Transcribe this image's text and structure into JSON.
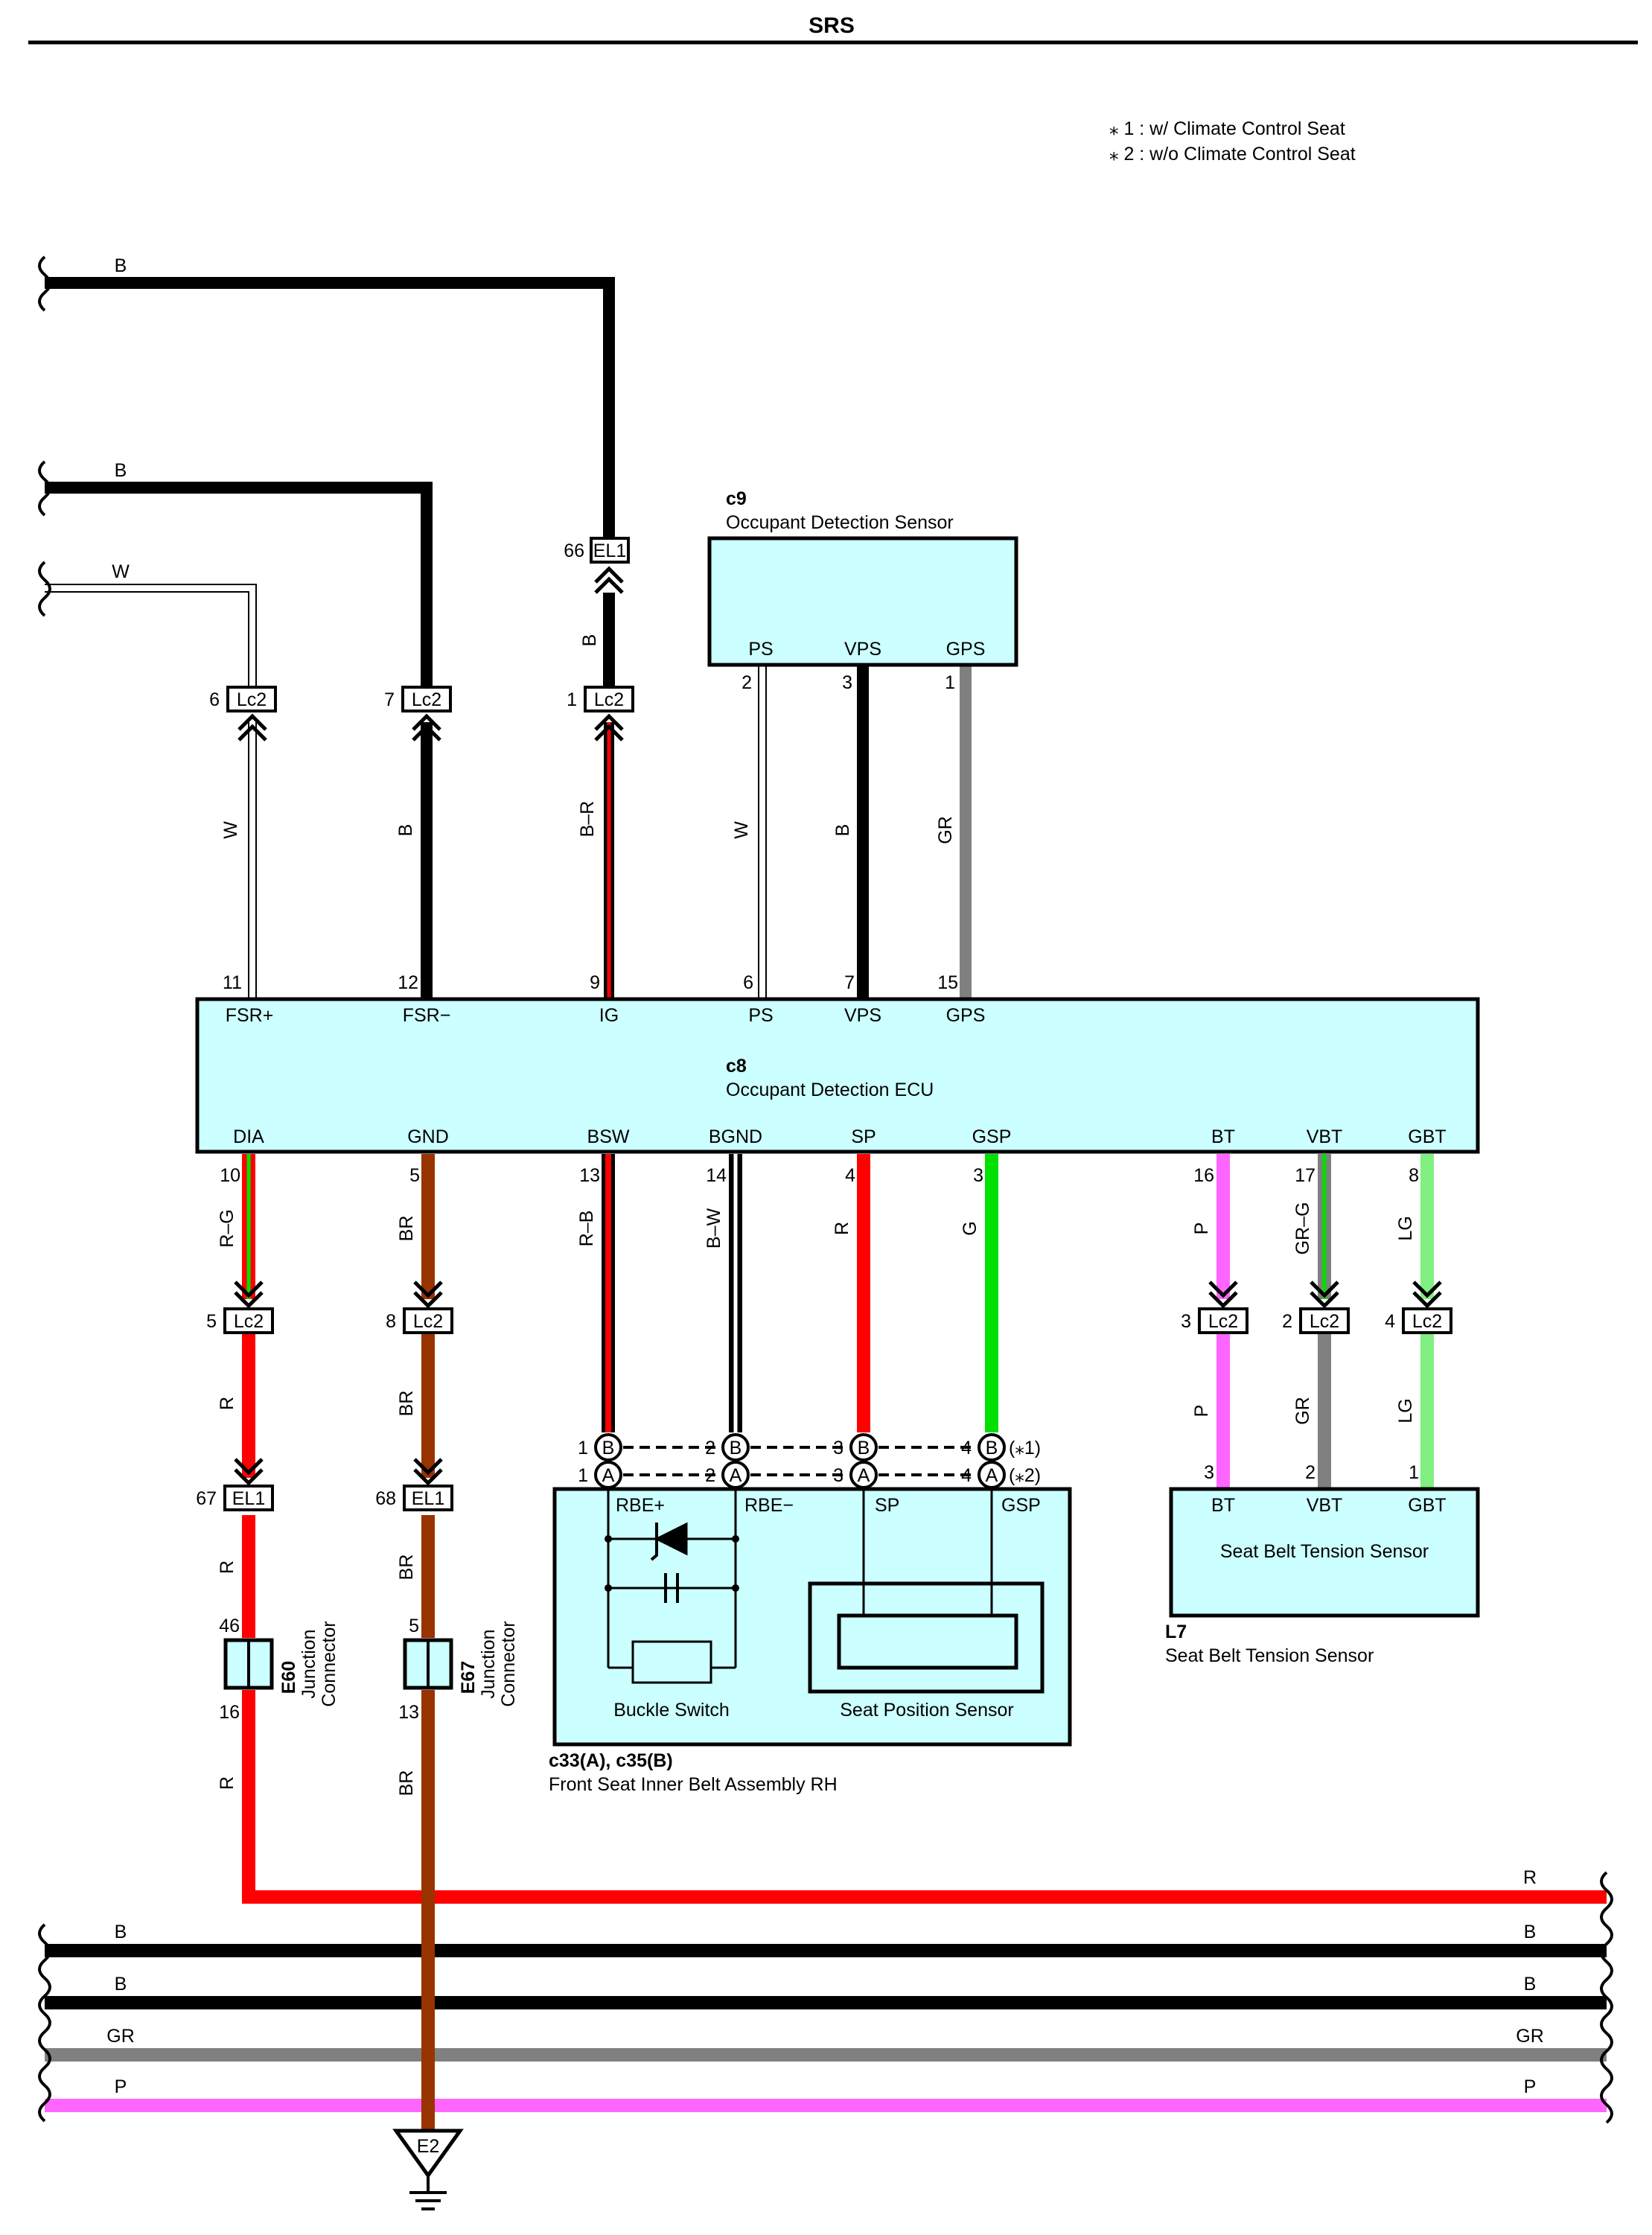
{
  "page": {
    "title": "SRS"
  },
  "notes": [
    "⁎ 1 : w/ Climate Control Seat",
    "⁎ 2 : w/o Climate Control Seat"
  ],
  "colors": {
    "B": "#000000",
    "W": "#ffffff",
    "R": "#ff0000",
    "BR": "#993300",
    "G": "#00e000",
    "LG": "#80f080",
    "GR": "#808080",
    "P": "#ff66ff",
    "component_fill": "#ccffff"
  },
  "components": {
    "c9": {
      "code": "c9",
      "name": "Occupant Detection Sensor",
      "pins": [
        "PS",
        "VPS",
        "GPS"
      ]
    },
    "c8": {
      "code": "c8",
      "name": "Occupant Detection ECU",
      "top_pins": [
        "FSR+",
        "FSR−",
        "IG",
        "PS",
        "VPS",
        "GPS"
      ],
      "bottom_pins": [
        "DIA",
        "GND",
        "BSW",
        "BGND",
        "SP",
        "GSP",
        "BT",
        "VBT",
        "GBT"
      ]
    },
    "c33": {
      "code": "c33(A), c35(B)",
      "name": "Front Seat Inner Belt Assembly RH",
      "pins": [
        "RBE+",
        "RBE−",
        "SP",
        "GSP"
      ],
      "buckle": "Buckle Switch",
      "seatpos": "Seat Position Sensor"
    },
    "l7": {
      "code": "L7",
      "name": "Seat Belt Tension Sensor",
      "inner": "Seat Belt Tension Sensor",
      "pins": [
        "BT",
        "VBT",
        "GBT"
      ]
    },
    "e60": {
      "code": "E60",
      "name1": "Junction",
      "name2": "Connector"
    },
    "e67": {
      "code": "E67",
      "name1": "Junction",
      "name2": "Connector"
    },
    "ground": {
      "label": "E2"
    }
  },
  "connectors": {
    "lc2": "Lc2",
    "el1": "EL1",
    "lc2_top_pins": [
      "6",
      "7",
      "1"
    ],
    "el1_top_pin": "66",
    "lc2_bottom_pins": [
      "5",
      "8",
      "3",
      "2",
      "4"
    ],
    "el1_bottom_pins": [
      "67",
      "68"
    ],
    "e60_pins": [
      "46",
      "16"
    ],
    "e67_pins": [
      "5",
      "13"
    ],
    "c9_pins": [
      "2",
      "3",
      "1"
    ],
    "c8_top_pins": [
      "11",
      "12",
      "9",
      "6",
      "7",
      "15"
    ],
    "c8_bottom_pins": [
      "10",
      "5",
      "13",
      "14",
      "4",
      "3",
      "16",
      "17",
      "8"
    ],
    "l7_pins": [
      "3",
      "2",
      "1"
    ],
    "c33_pins": [
      "1",
      "2",
      "3",
      "4"
    ],
    "c33_row_letters": [
      "B",
      "A"
    ],
    "c33_row_notes": [
      "(⁎1)",
      "(⁎2)"
    ]
  },
  "wire_labels": {
    "left_top": [
      "B",
      "B",
      "W"
    ],
    "ig_upper": "B",
    "top_vertical": [
      "W",
      "B",
      "B–R"
    ],
    "c9_wires": [
      "W",
      "B",
      "GR"
    ],
    "bottom_upper": [
      "R–G",
      "BR",
      "R–B",
      "B–W",
      "R",
      "G",
      "P",
      "GR–G",
      "LG"
    ],
    "bottom_mid": [
      "R",
      "BR"
    ],
    "l7_wires": [
      "P",
      "GR",
      "LG"
    ],
    "below_el1": [
      "R",
      "BR"
    ],
    "below_jc": [
      "R",
      "BR"
    ],
    "bus": [
      "R",
      "B",
      "B",
      "GR",
      "P"
    ]
  }
}
